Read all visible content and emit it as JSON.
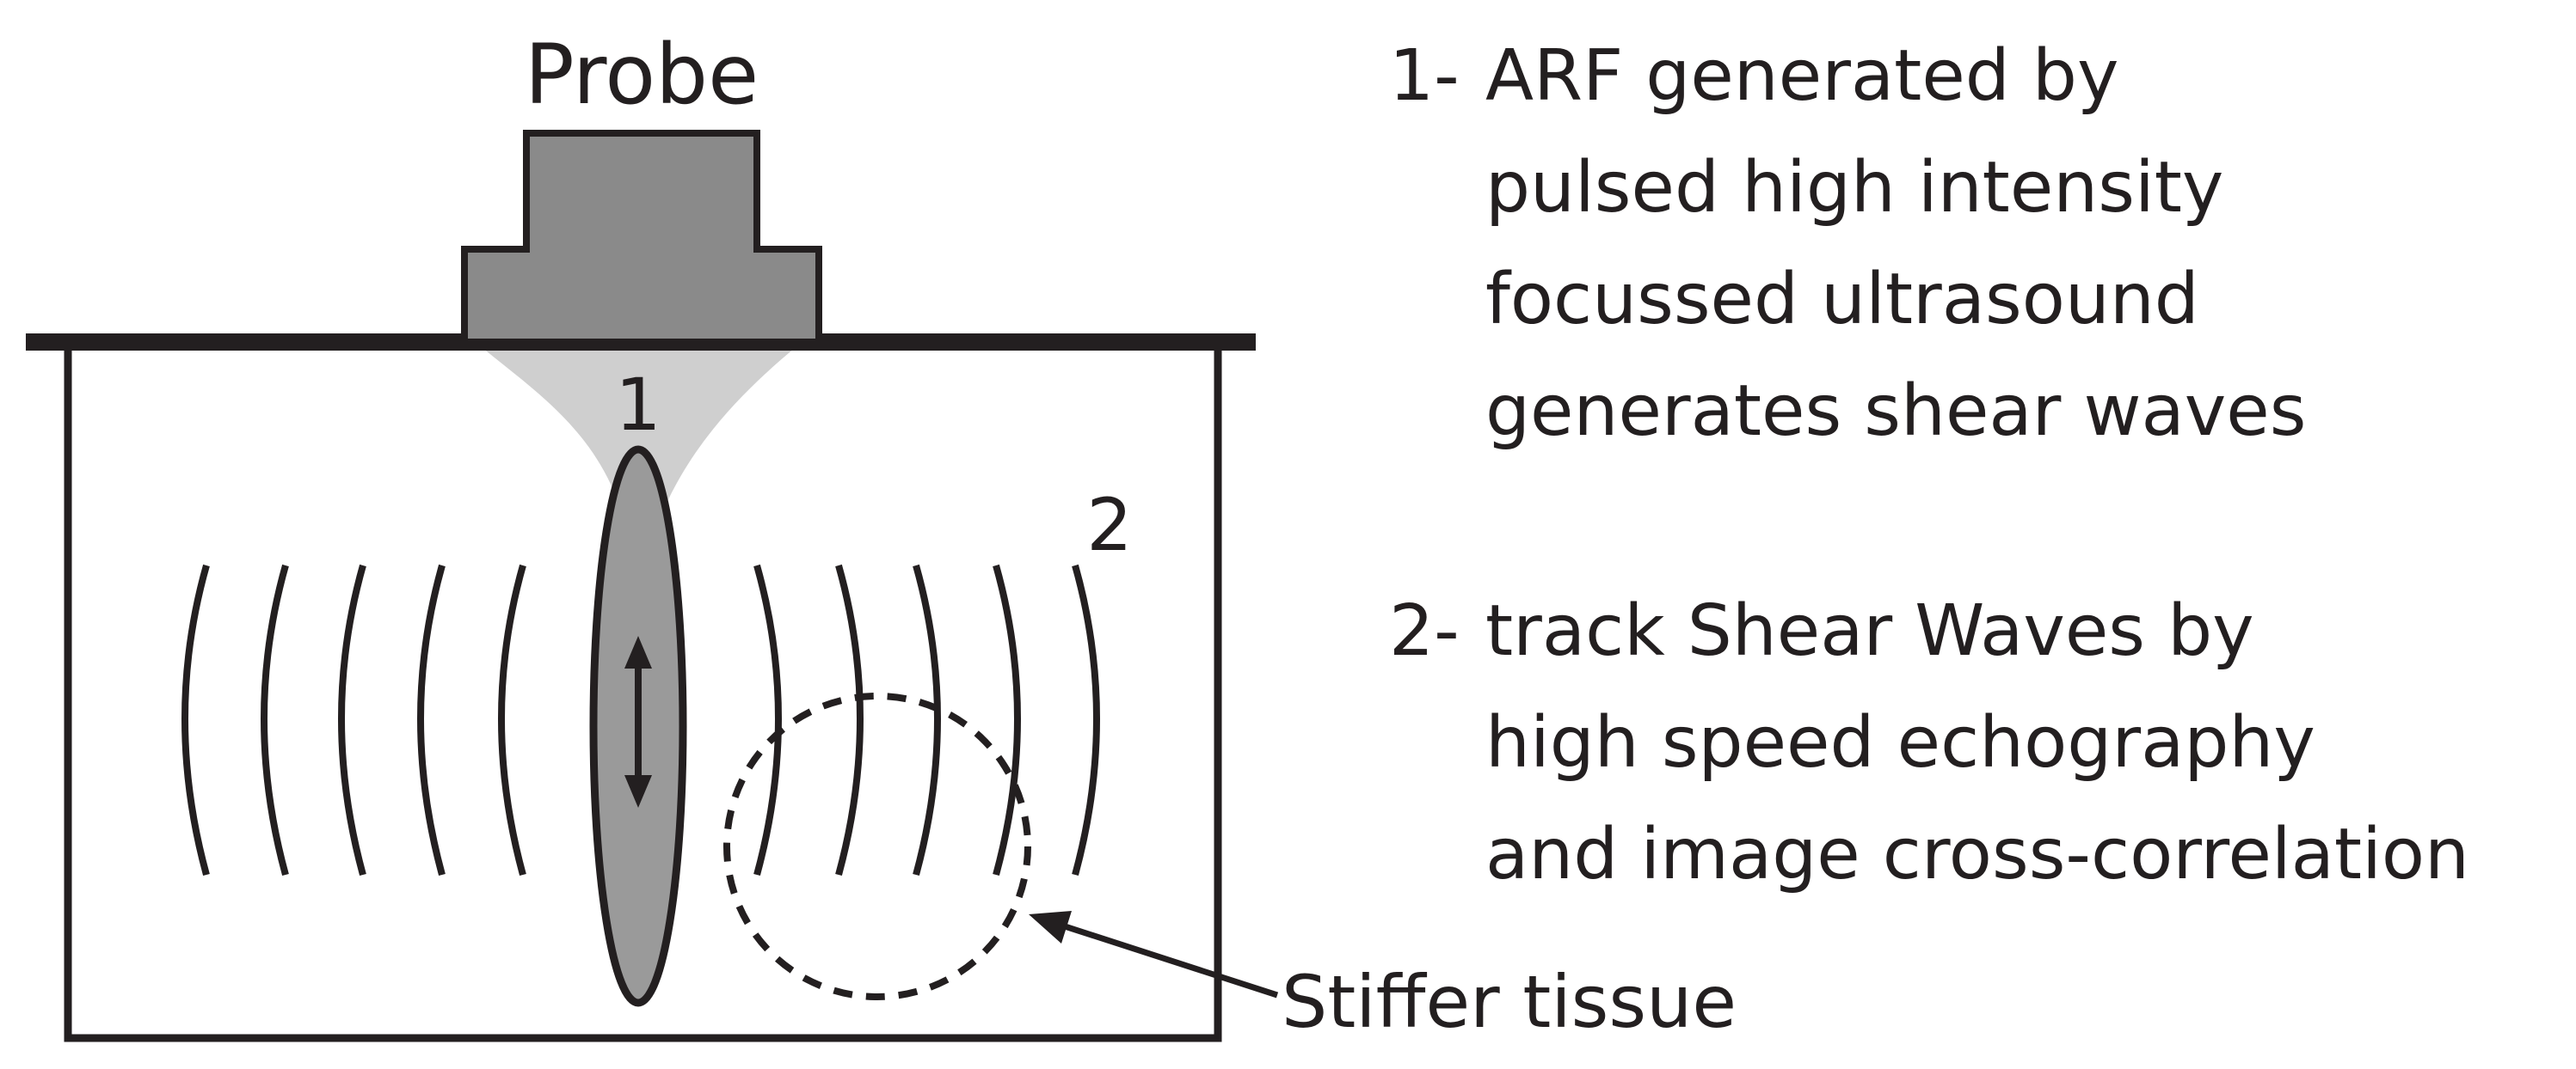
{
  "diagram": {
    "probe_label": "Probe",
    "step1_marker": "1",
    "step2_marker": "2",
    "stiff_tissue_label": "Stiffer tissue",
    "colors": {
      "ink": "#231f20",
      "probe_fill": "#8a8a8a",
      "focus_beam": "#cfcfcf",
      "push_region": "#9a9a9a"
    }
  },
  "notes": [
    {
      "number": "1-",
      "lines": [
        "ARF generated by",
        "pulsed high intensity",
        "focussed ultrasound",
        "generates shear waves"
      ]
    },
    {
      "number": "2-",
      "lines": [
        "track Shear Waves by",
        "high speed echography",
        "and image cross-correlation"
      ]
    }
  ]
}
